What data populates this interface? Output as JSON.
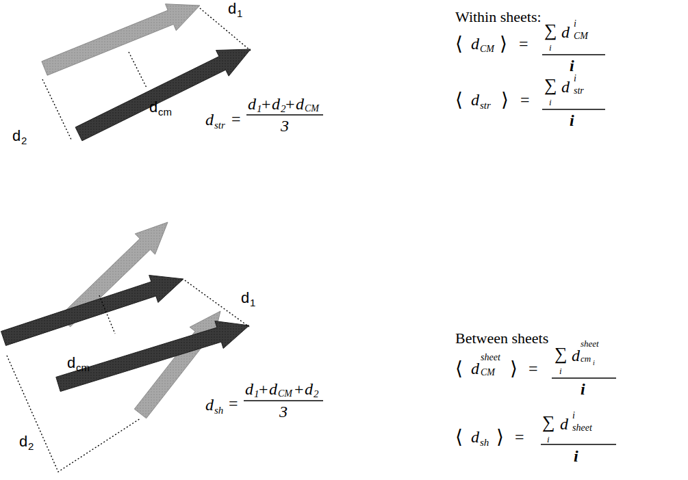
{
  "diagram": {
    "labels": [
      "d",
      "1",
      "d",
      "cm",
      "d",
      "2",
      "d",
      "str",
      "=",
      "d",
      "1",
      "+",
      "d",
      "2",
      "+",
      "d",
      "CM",
      "3",
      "Within sheets:",
      "⟨",
      "d",
      "CM",
      "⟩",
      "=",
      "∑",
      "i",
      "d",
      "i",
      "CM",
      "i",
      "⟨",
      "d",
      "str",
      "⟩",
      "=",
      "∑",
      "i",
      "d",
      "i",
      "str",
      "i",
      "d",
      "1",
      "d",
      "cm",
      "d",
      "2",
      "d",
      "sh",
      "=",
      "d",
      "1",
      "+",
      "d",
      "CM",
      "+",
      "d",
      "2",
      "3",
      "Between sheets",
      "⟨",
      "d",
      "sheet",
      "CM",
      "⟩",
      "=",
      "∑",
      "i",
      "d",
      "sheet",
      "cm",
      "i",
      "i",
      "⟨",
      "d",
      "sh",
      "⟩",
      "=",
      "∑",
      "i",
      "d",
      "i",
      "sheet",
      "i"
    ]
  }
}
